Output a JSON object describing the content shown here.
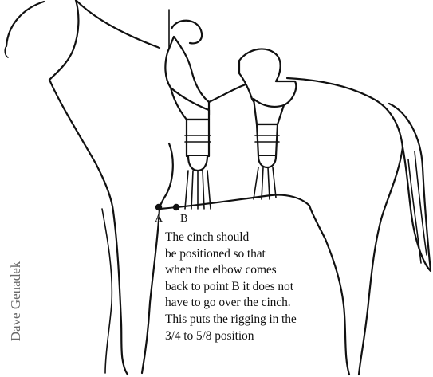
{
  "diagram": {
    "points": [
      {
        "id": "A",
        "label": "A"
      },
      {
        "id": "B",
        "label": "B"
      }
    ],
    "caption_lines": [
      "The cinch should",
      "be positioned so that",
      "when the elbow comes",
      "back to point B it does not",
      "have to go over the cinch.",
      "This puts the rigging in the",
      "3/4 to 5/8 position"
    ],
    "credit": "Dave Genadek"
  }
}
